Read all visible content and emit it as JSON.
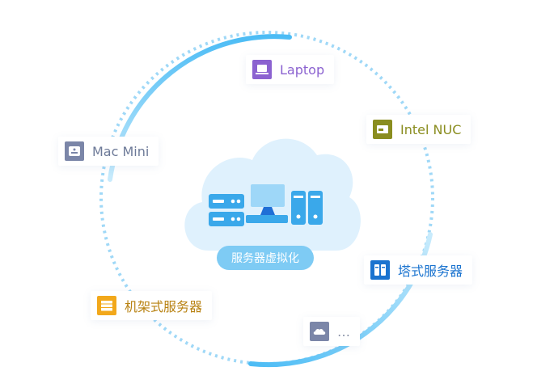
{
  "center": {
    "label": "服务器虚拟化",
    "icon": "server-cloud-icon"
  },
  "nodes": [
    {
      "id": "laptop",
      "label": "Laptop",
      "icon": "laptop-icon",
      "color": "#8b62d0",
      "text_color": "#8b62d0"
    },
    {
      "id": "nuc",
      "label": "Intel NUC",
      "icon": "mini-pc-icon",
      "color": "#8a8d1f",
      "text_color": "#8a8d1f"
    },
    {
      "id": "mac",
      "label": "Mac Mini",
      "icon": "mac-mini-icon",
      "color": "#7b86a8",
      "text_color": "#6d7a98"
    },
    {
      "id": "tower",
      "label": "塔式服务器",
      "icon": "tower-server-icon",
      "color": "#1a73cf",
      "text_color": "#1a73cf"
    },
    {
      "id": "rack",
      "label": "机架式服务器",
      "icon": "rack-server-icon",
      "color": "#f2a81b",
      "text_color": "#b88212"
    },
    {
      "id": "more",
      "label": "…",
      "icon": "cloud-icon",
      "color": "#7b86a8",
      "text_color": "#8a93a8"
    }
  ],
  "colors": {
    "ring": "#4cbcf5",
    "ring_light": "#bfe5fb",
    "cloud": "#dff1fd"
  }
}
